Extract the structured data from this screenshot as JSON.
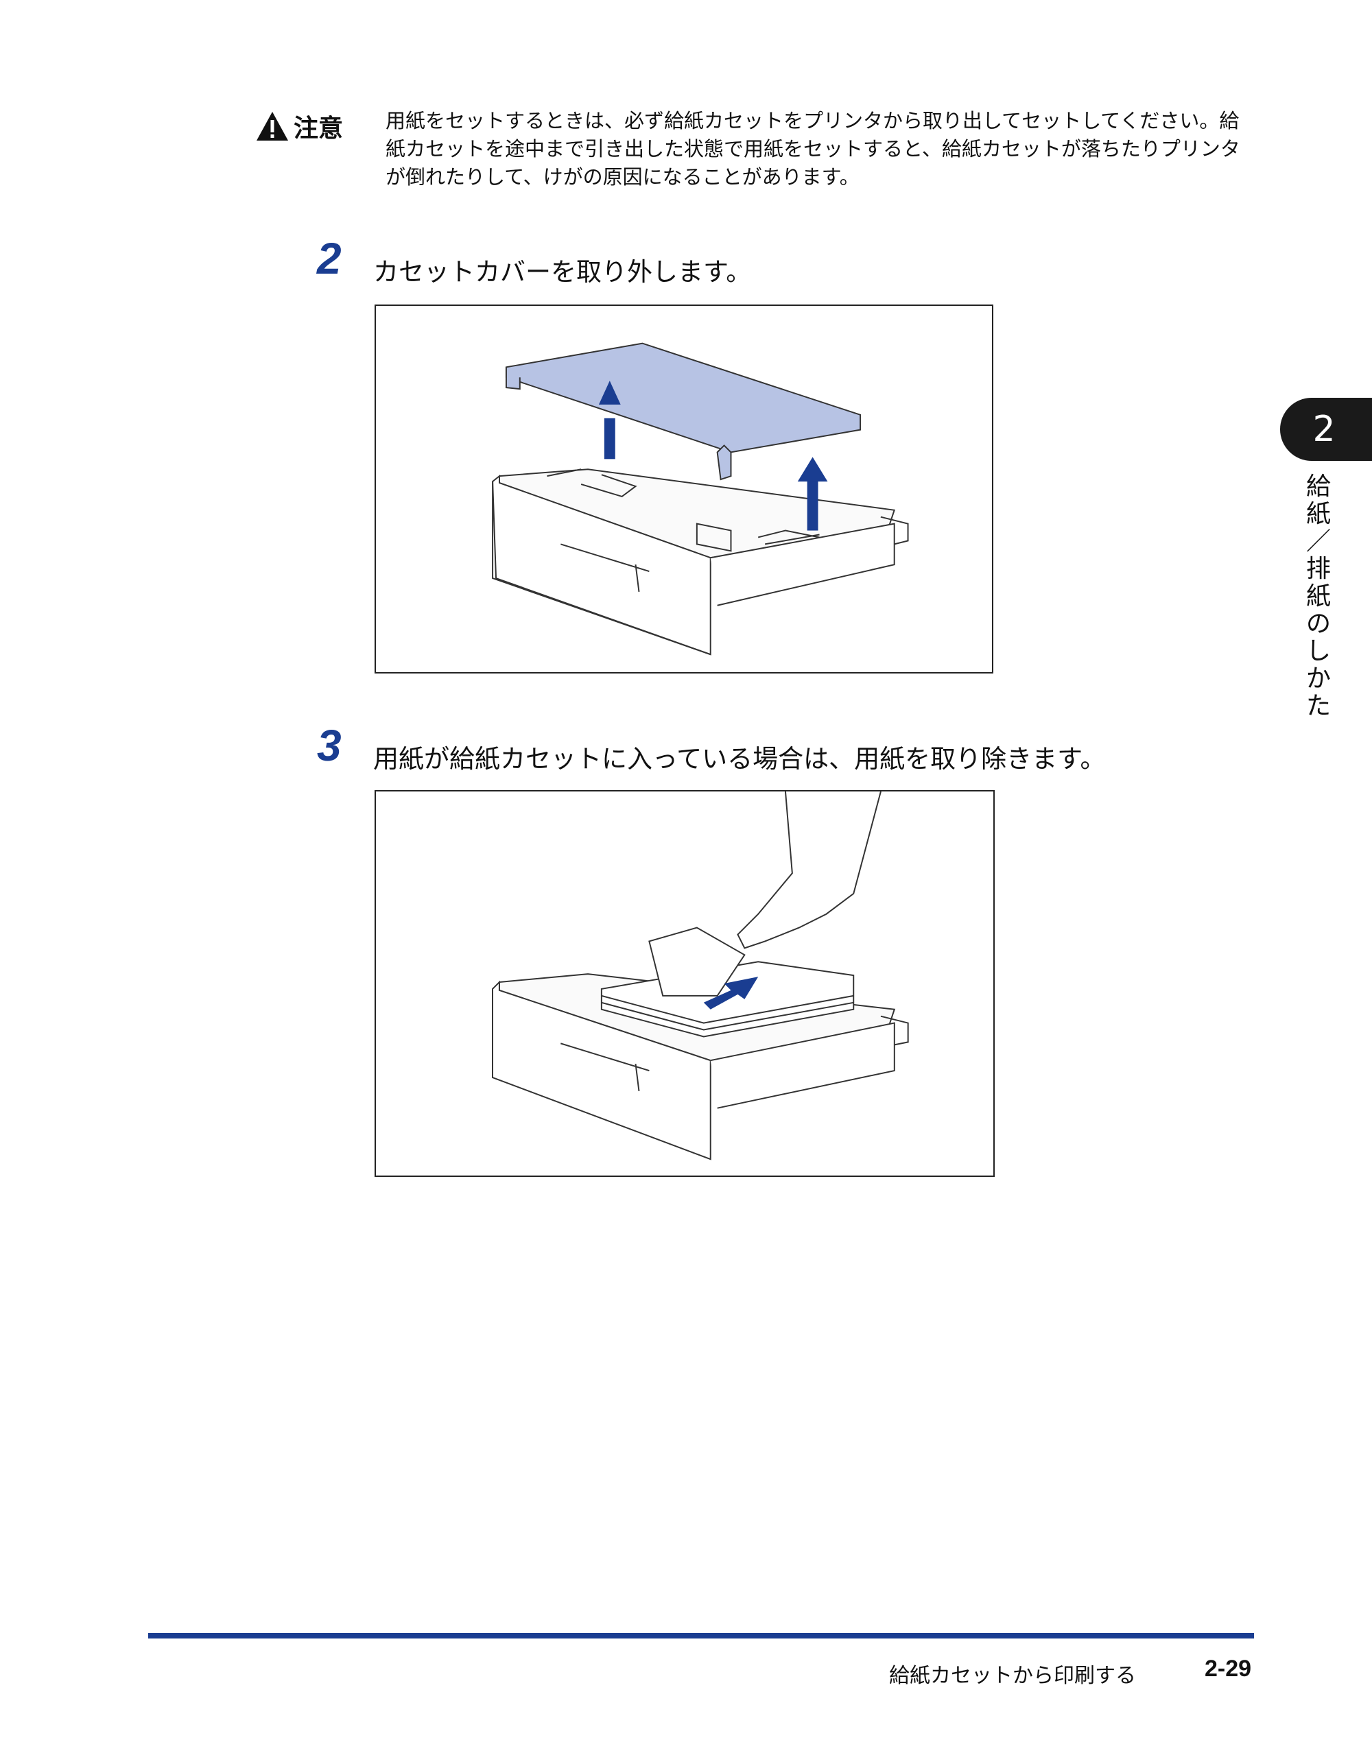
{
  "caution": {
    "label": "注意",
    "icon": "warning-triangle-icon",
    "text": "用紙をセットするときは、必ず給紙カセットをプリンタから取り出してセットしてください。給紙カセットを途中まで引き出した状態で用紙をセットすると、給紙カセットが落ちたりプリンタが倒れたりして、けがの原因になることがあります。"
  },
  "steps": [
    {
      "number": "2",
      "text": "カセットカバーを取り外します。"
    },
    {
      "number": "3",
      "text": "用紙が給紙カセットに入っている場合は、用紙を取り除きます。"
    }
  ],
  "chapter": {
    "number": "2",
    "title": "給紙／排紙のしかた"
  },
  "footer": {
    "title": "給紙カセットから印刷する",
    "page": "2-29"
  },
  "colors": {
    "accent": "#1a3d91",
    "cover": "#b7c3e4"
  }
}
